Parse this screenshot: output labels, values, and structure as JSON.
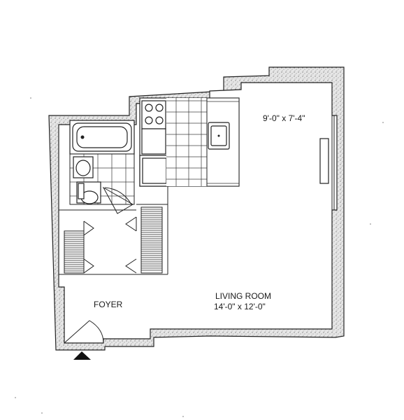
{
  "rooms": {
    "kitchen": {
      "dimensions": "9'-0\" x 7'-4\""
    },
    "living_room": {
      "name": "LIVING ROOM",
      "dimensions": "14'-0\" x 12'-0\""
    },
    "foyer": {
      "name": "FOYER"
    }
  },
  "icons": {
    "entry": "entry-arrow-icon"
  },
  "colors": {
    "line": "#222222",
    "background": "#ffffff"
  }
}
